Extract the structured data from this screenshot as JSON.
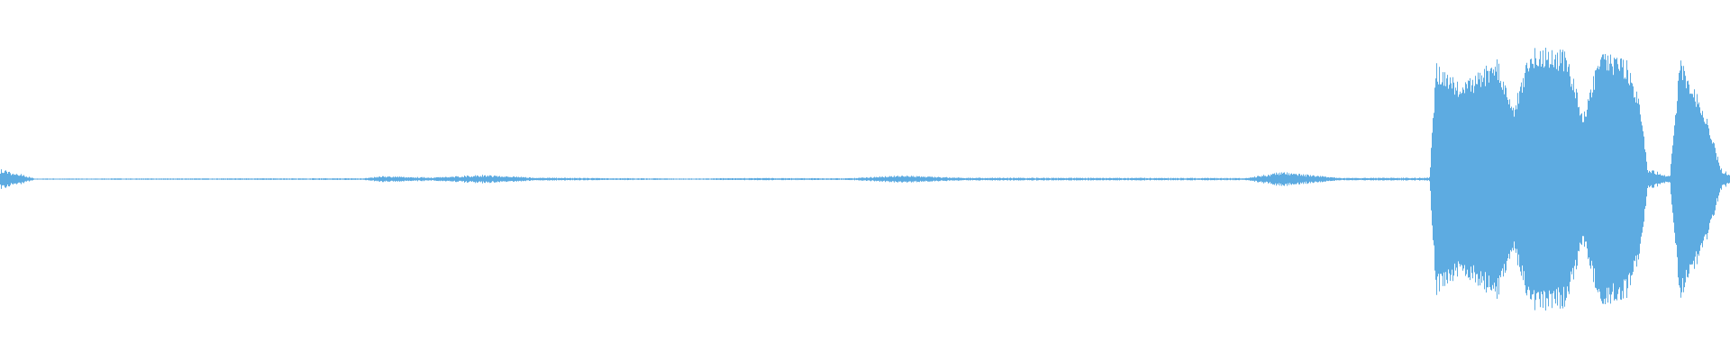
{
  "waveform": {
    "color": "#5dabe1",
    "background": "#ffffff",
    "peak_profile": [
      {
        "t": 0.0,
        "amp": 0.07
      },
      {
        "t": 0.01,
        "amp": 0.04
      },
      {
        "t": 0.02,
        "amp": 0.004
      },
      {
        "t": 0.21,
        "amp": 0.006
      },
      {
        "t": 0.22,
        "amp": 0.02
      },
      {
        "t": 0.25,
        "amp": 0.012
      },
      {
        "t": 0.28,
        "amp": 0.03
      },
      {
        "t": 0.31,
        "amp": 0.01
      },
      {
        "t": 0.4,
        "amp": 0.004
      },
      {
        "t": 0.43,
        "amp": 0.008
      },
      {
        "t": 0.49,
        "amp": 0.006
      },
      {
        "t": 0.52,
        "amp": 0.025
      },
      {
        "t": 0.555,
        "amp": 0.01
      },
      {
        "t": 0.72,
        "amp": 0.008
      },
      {
        "t": 0.74,
        "amp": 0.05
      },
      {
        "t": 0.76,
        "amp": 0.025
      },
      {
        "t": 0.775,
        "amp": 0.008
      },
      {
        "t": 0.826,
        "amp": 0.01
      },
      {
        "t": 0.83,
        "amp": 0.76
      },
      {
        "t": 0.845,
        "amp": 0.62
      },
      {
        "t": 0.865,
        "amp": 0.8
      },
      {
        "t": 0.875,
        "amp": 0.48
      },
      {
        "t": 0.885,
        "amp": 0.88
      },
      {
        "t": 0.905,
        "amp": 0.85
      },
      {
        "t": 0.915,
        "amp": 0.42
      },
      {
        "t": 0.925,
        "amp": 0.86
      },
      {
        "t": 0.94,
        "amp": 0.78
      },
      {
        "t": 0.948,
        "amp": 0.5
      },
      {
        "t": 0.952,
        "amp": 0.08
      },
      {
        "t": 0.965,
        "amp": 0.02
      },
      {
        "t": 0.971,
        "amp": 0.8
      },
      {
        "t": 0.985,
        "amp": 0.45
      },
      {
        "t": 0.995,
        "amp": 0.08
      },
      {
        "t": 1.0,
        "amp": 0.02
      }
    ]
  }
}
